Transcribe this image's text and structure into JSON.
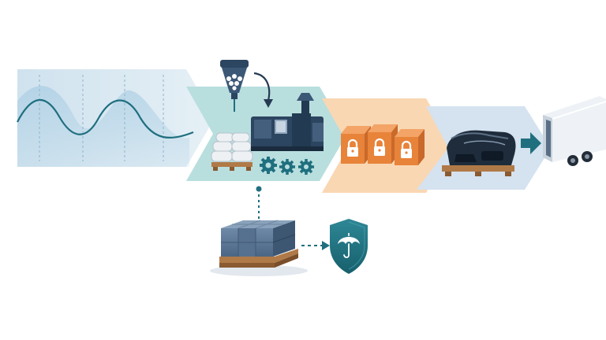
{
  "diagram": {
    "stages": [
      {
        "id": "demand",
        "icon": "demand-wave-icon"
      },
      {
        "id": "production",
        "icon": "injection-molding-icon"
      },
      {
        "id": "secured-stock",
        "icon": "locked-boxes-icon"
      },
      {
        "id": "finished-parts",
        "icon": "bumper-parts-icon"
      },
      {
        "id": "shipping",
        "icon": "truck-icon"
      }
    ],
    "branch": {
      "from": "production",
      "icon": "safety-stock-pallet-icon",
      "to": "insurance-shield-icon"
    },
    "colors": {
      "demand_band": "#dbe9f3",
      "production_band": "#b9dede",
      "secured_band": "#f9d7b3",
      "finished_band": "#d5e2ef",
      "teal": "#1f6f7f",
      "navy": "#253a52",
      "orange": "#e8833a",
      "pallet_wood": "#b07a48"
    }
  }
}
